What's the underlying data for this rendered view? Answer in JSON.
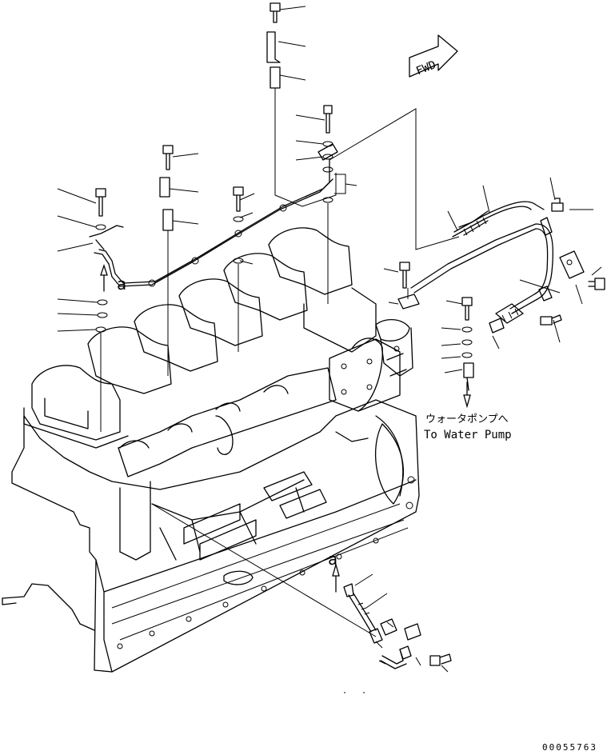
{
  "labels": {
    "fwd": "FWD",
    "water_pump_jp": "ウォータポンプへ",
    "water_pump_en": "To Water Pump",
    "ref_a_upper": "a",
    "ref_a_lower": "a",
    "drawing_number": "00055763"
  }
}
